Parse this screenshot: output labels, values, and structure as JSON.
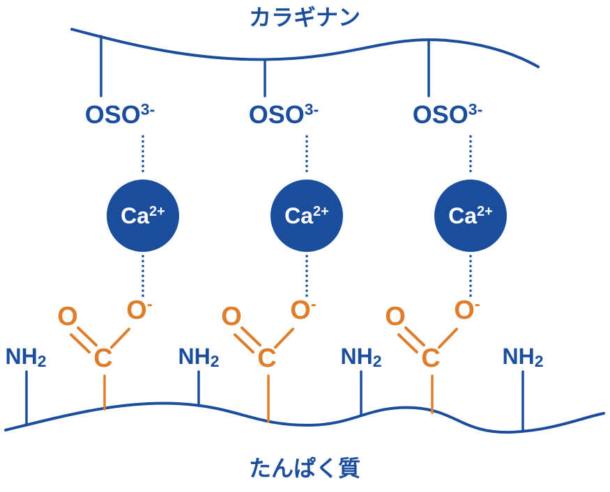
{
  "diagram": {
    "title_top": "カラギナン",
    "title_bottom": "たんぱく質",
    "colors": {
      "blue": "#1a4e9c",
      "orange": "#e07d2b",
      "circle_text": "#ffffff"
    },
    "sulfate": {
      "main": "OSO",
      "sup": "3-"
    },
    "calcium": {
      "main": "Ca",
      "sup": "2+"
    },
    "amine": {
      "main": "NH",
      "sub": "2"
    },
    "carboxylate": {
      "carbonyl_o": "O",
      "carbon": "C",
      "oxygen_main": "O",
      "oxygen_sup": "-"
    }
  }
}
